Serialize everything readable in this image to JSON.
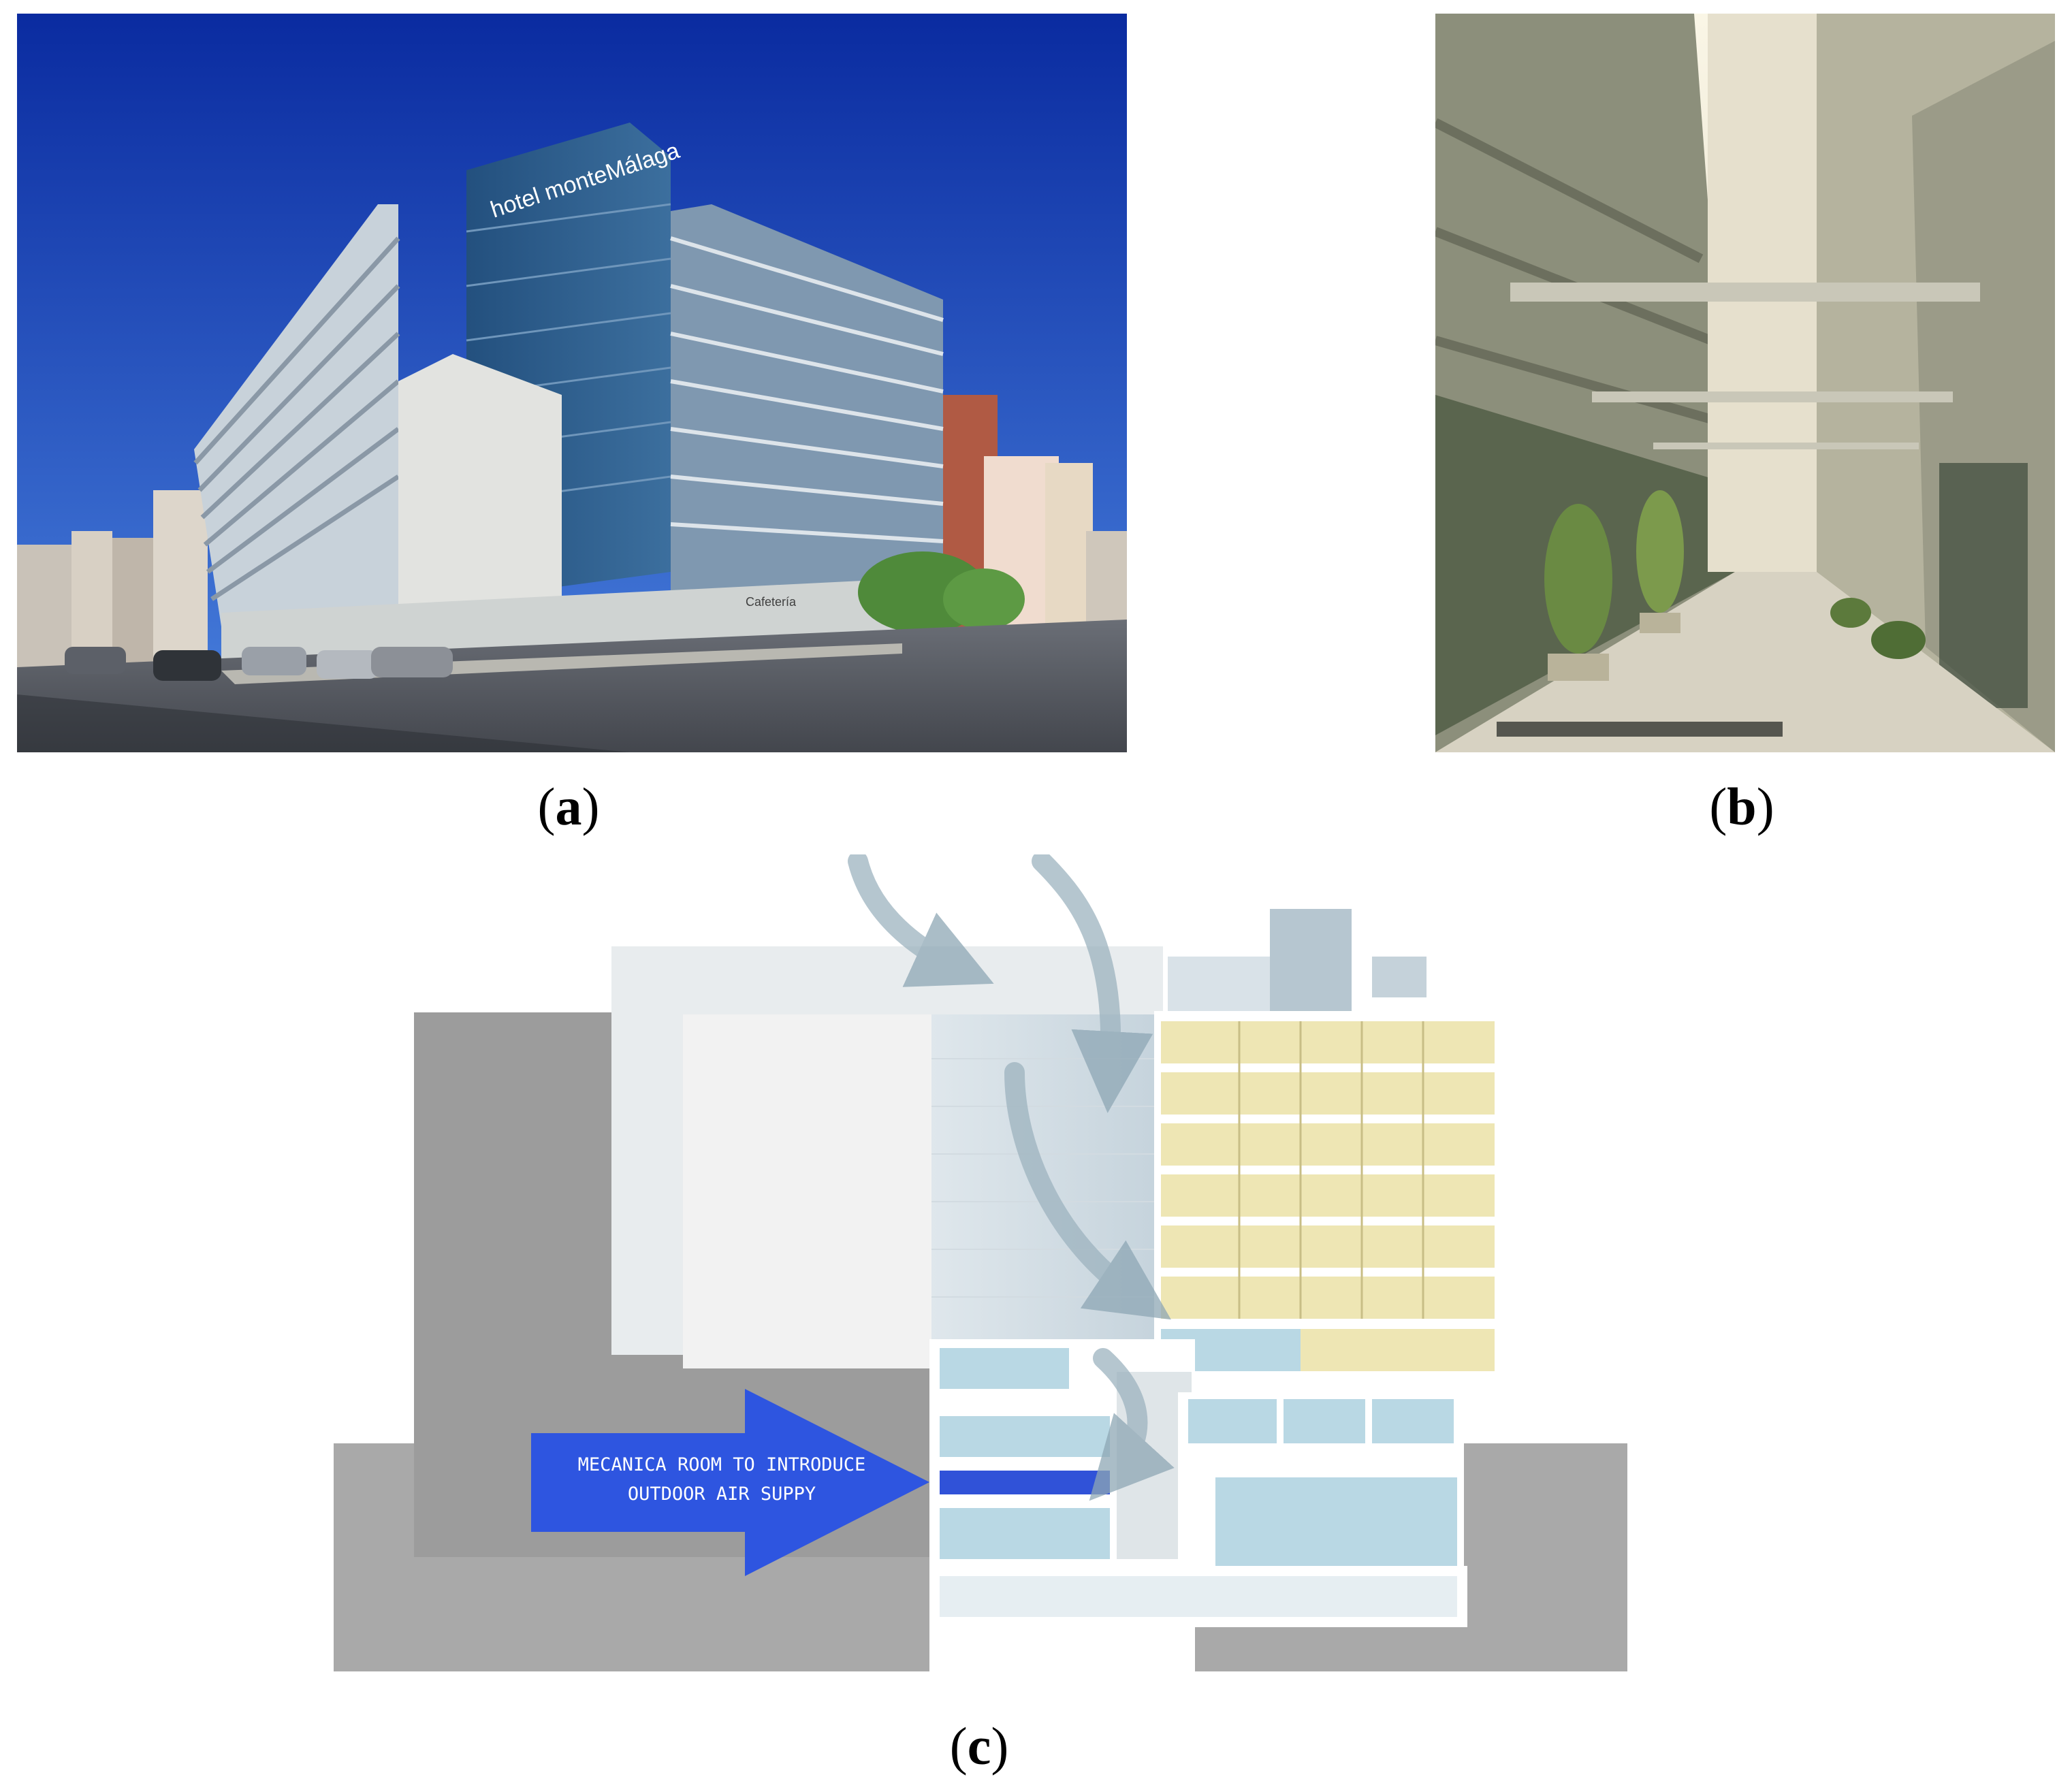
{
  "panels": {
    "a": {
      "caption": "a",
      "sign_text": "hotel monteMálaga",
      "entrance_sign": "Cafetería",
      "colors": {
        "sky_top": "#0c2fa8",
        "sky_bottom": "#3b74d9",
        "facade": "#c7d0d8",
        "glass": "#2c5b8c",
        "road": "#5a5e66"
      }
    },
    "b": {
      "caption": "b",
      "colors": {
        "wall_left": "#8c8f7c",
        "wall_right": "#bcbba6",
        "floor": "#d8d3c4",
        "light": "#f4efdc"
      }
    },
    "c": {
      "caption": "c",
      "arrow_label_line1": "MECANICA ROOM TO INTRODUCE",
      "arrow_label_line2": "OUTDOOR AIR SUPPY",
      "colors": {
        "ground": "#a9a9a9",
        "neighbour": "#9b9b9b",
        "arrow": "#2e55e0",
        "rooms_yellow": "#eee6b4",
        "rooms_blue": "#b9d8e4",
        "airflow": "#9db3bf"
      }
    }
  }
}
